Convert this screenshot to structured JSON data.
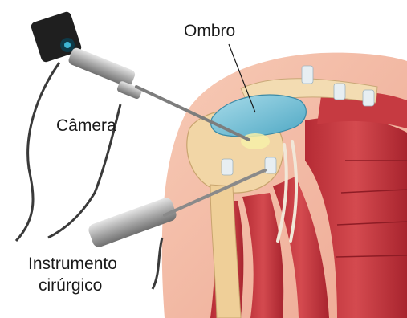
{
  "labels": {
    "shoulder": "Ombro",
    "camera": "Câmera",
    "instrument_line1": "Instrumento",
    "instrument_line2": "cirúrgico"
  },
  "colors": {
    "background": "#ffffff",
    "skin": "#f4b9a4",
    "muscle": "#c4373f",
    "bone": "#f2d6a6",
    "cartilage": "#7ec6dc",
    "instrument_metal": "#b9b9b9",
    "cable": "#3a3a3a"
  }
}
